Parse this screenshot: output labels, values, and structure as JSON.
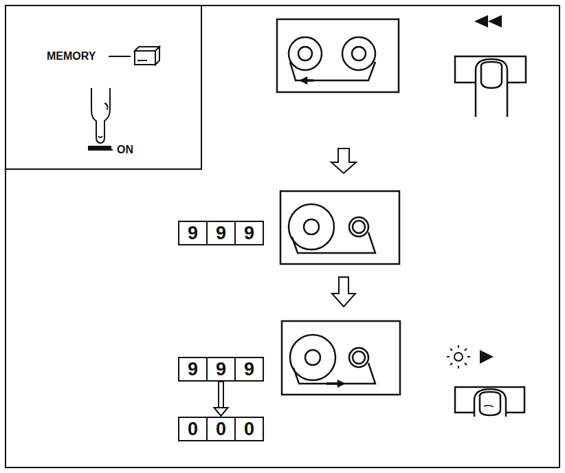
{
  "diagram": {
    "nodes": [
      {
        "text": [
          "9"
        ]
      },
      {
        "text": [
          "9"
        ]
      },
      {
        "text": [
          "9"
        ]
      },
      {
        "text": [
          "9"
        ]
      },
      {
        "text": [
          "9"
        ]
      },
      {
        "text": [
          "9"
        ]
      },
      {
        "text": [
          "0"
        ]
      },
      {
        "text": [
          "0"
        ]
      },
      {
        "text": [
          "0"
        ]
      }
    ],
    "edges": [
      {
        "from": 4,
        "to": 7,
        "arrow": "to"
      }
    ],
    "labels": [
      "MEMORY",
      "ON"
    ]
  }
}
